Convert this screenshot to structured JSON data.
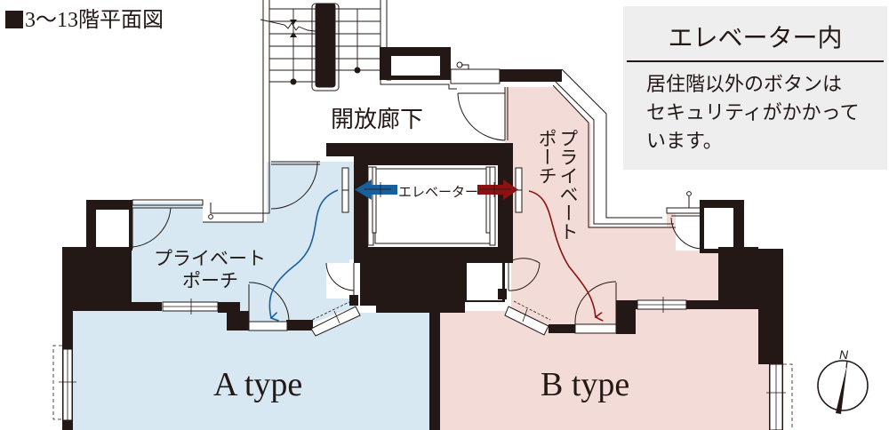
{
  "header": {
    "title": "3〜13階平面図",
    "bullet_icon": "black-square"
  },
  "info_box": {
    "heading": "エレベーター内",
    "body": "居住階以外のボタンはセキュリティがかかっています。",
    "lines": [
      "居住階以外のボタンは",
      "セキュリティがかかって",
      "います。"
    ]
  },
  "labels": {
    "open_corridor": "開放廊下",
    "elevator": "エレベーター",
    "porch_a_line1": "プライベート",
    "porch_a_line2": "ポーチ",
    "porch_b_line1": "プライベート",
    "porch_b_line2": "ポーチ",
    "unit_a": "A type",
    "unit_b": "B type",
    "compass_north": "N"
  },
  "colors": {
    "wall": "#231815",
    "unit_a_fill": "#d7e8f3",
    "unit_b_fill": "#f3dcd8",
    "arrow_a": "#1a5f9a",
    "arrow_b": "#8c1111",
    "info_bg": "#eeeeee"
  },
  "legend": {
    "unit_a": "A type",
    "unit_b": "B type"
  }
}
